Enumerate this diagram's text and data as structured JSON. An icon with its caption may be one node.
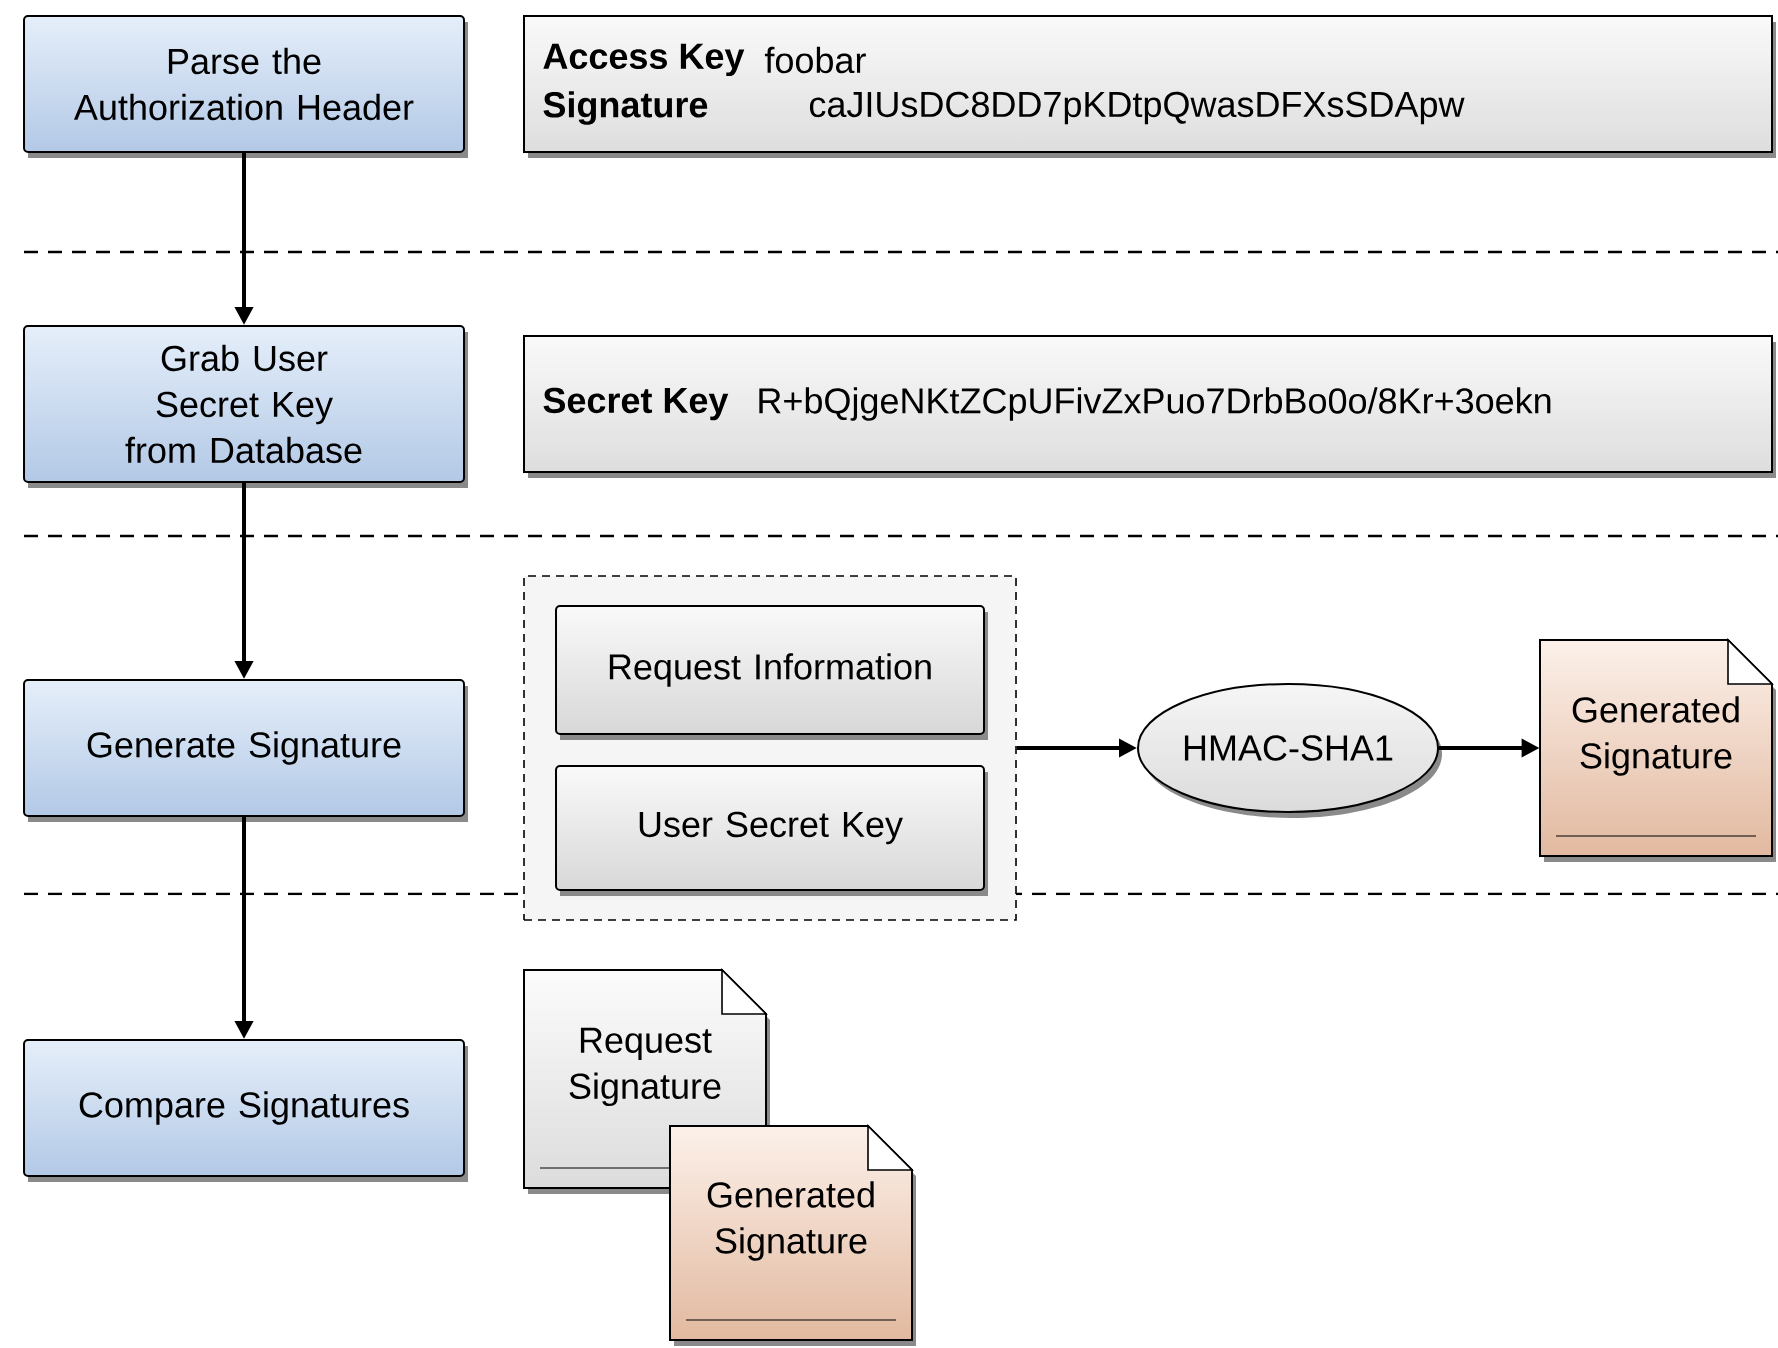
{
  "diagram": {
    "nodes": [
      {
        "text": [
          "Parse the Authorization Header"
        ]
      },
      {
        "text": [
          "Access Key",
          "foobar",
          "Signature",
          "caJIUsDC8DD7pKDtpQwasDFXsSDApw"
        ]
      },
      {
        "text": [
          "Grab User Secret Key from Database"
        ]
      },
      {
        "text": [
          "Secret Key",
          "R+bQjgeNKtZCpUFivZxPuo7DrbBo0o/8Kr+3oekn"
        ]
      },
      {
        "text": [
          "Generate Signature"
        ]
      },
      {
        "text": [],
        "shape": "box"
      },
      {
        "text": [
          "Request Information"
        ],
        "in": 5
      },
      {
        "text": [
          "User Secret Key"
        ],
        "in": 5
      },
      {
        "text": [
          "HMAC-SHA1"
        ]
      },
      {
        "text": [
          "Generated Signature"
        ]
      },
      {
        "text": [
          "Compare Signatures"
        ]
      },
      {
        "text": [
          "Request Signature"
        ]
      },
      {
        "text": [
          "Generated Signature"
        ]
      }
    ],
    "edges": [
      {
        "from": 0,
        "to": 2,
        "arrow": "to"
      },
      {
        "from": 2,
        "to": 4,
        "arrow": "to"
      },
      {
        "from": 4,
        "to": 10,
        "arrow": "to"
      },
      {
        "from": 5,
        "to": 8,
        "arrow": "to"
      },
      {
        "from": 8,
        "to": 9,
        "arrow": "to"
      }
    ]
  }
}
